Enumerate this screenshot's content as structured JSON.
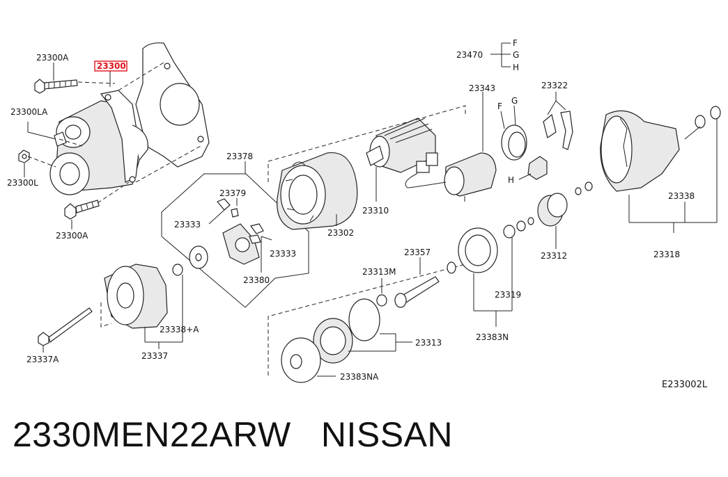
{
  "diagram": {
    "labels": {
      "p23300A_top": "23300A",
      "p23300": "23300",
      "p23300LA": "23300LA",
      "p23300L": "23300L",
      "p23300A_bot": "23300A",
      "p23378": "23378",
      "p23379": "23379",
      "p23333_l": "23333",
      "p23333_r": "23333",
      "p23380": "23380",
      "p23302": "23302",
      "p23310": "23310",
      "p23343": "23343",
      "p23322": "23322",
      "p23470": "23470",
      "F1": "F",
      "G1": "G",
      "H1": "H",
      "F2": "F",
      "G2": "G",
      "H2": "H",
      "p23338": "23338",
      "p23318": "23318",
      "p23312": "23312",
      "p23357": "23357",
      "p23313M": "23313M",
      "p23319": "23319",
      "p23313": "23313",
      "p23383N": "23383N",
      "p23383NA": "23383NA",
      "p23338A": "23338+A",
      "p23337": "23337",
      "p23337A": "23337A",
      "code": "E233002L"
    },
    "highlighted_part": "23300"
  },
  "caption": "2330MEN22ARW   NISSAN"
}
